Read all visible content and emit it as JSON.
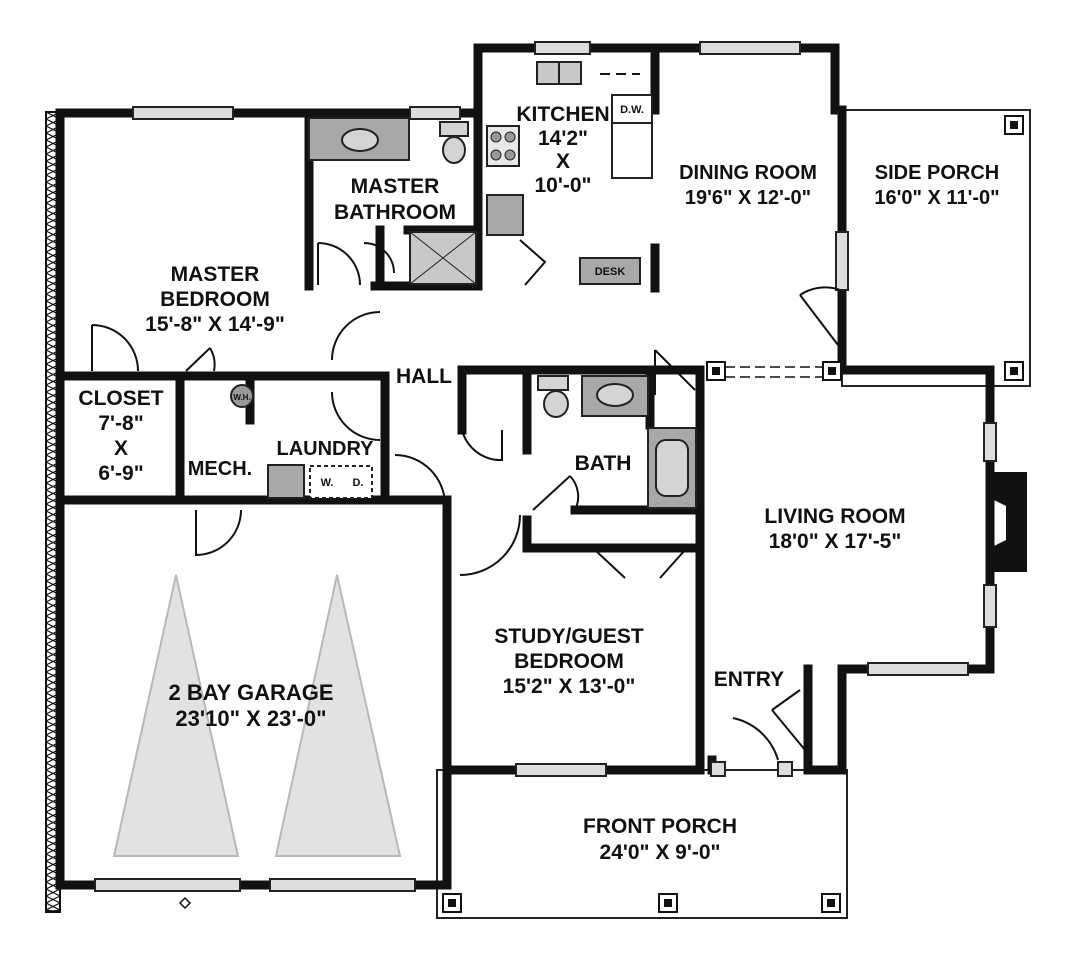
{
  "rooms": {
    "kitchen": {
      "name": "KITCHEN",
      "dim1": "14'2\"",
      "x": "X",
      "dim2": "10'-0\""
    },
    "dining": {
      "name": "DINING ROOM",
      "dim": "19'6\" X 12'-0\""
    },
    "side_porch": {
      "name": "SIDE PORCH",
      "dim": "16'0\" X 11'-0\""
    },
    "master_bath": {
      "line1": "MASTER",
      "line2": "BATHROOM"
    },
    "master_bed": {
      "line1": "MASTER",
      "line2": "BEDROOM",
      "dim": "15'-8\" X 14'-9\""
    },
    "closet": {
      "name": "CLOSET",
      "dim1": "7'-8\"",
      "x": "X",
      "dim2": "6'-9\""
    },
    "hall": {
      "name": "HALL"
    },
    "laundry": {
      "name": "LAUNDRY"
    },
    "mech": {
      "name": "MECH."
    },
    "bath": {
      "name": "BATH"
    },
    "living": {
      "name": "LIVING ROOM",
      "dim": "18'0\" X 17'-5\""
    },
    "study": {
      "line1": "STUDY/GUEST",
      "line2": "BEDROOM",
      "dim": "15'2\" X 13'-0\""
    },
    "entry": {
      "name": "ENTRY"
    },
    "garage": {
      "name": "2 BAY GARAGE",
      "dim": "23'10\" X 23'-0\""
    },
    "front_porch": {
      "name": "FRONT PORCH",
      "dim": "24'0\" X 9'-0\""
    }
  },
  "fixtures": {
    "dishwasher": "D.W.",
    "desk": "DESK",
    "water_heater": "W.H.",
    "washer": "W.",
    "dryer": "D."
  }
}
